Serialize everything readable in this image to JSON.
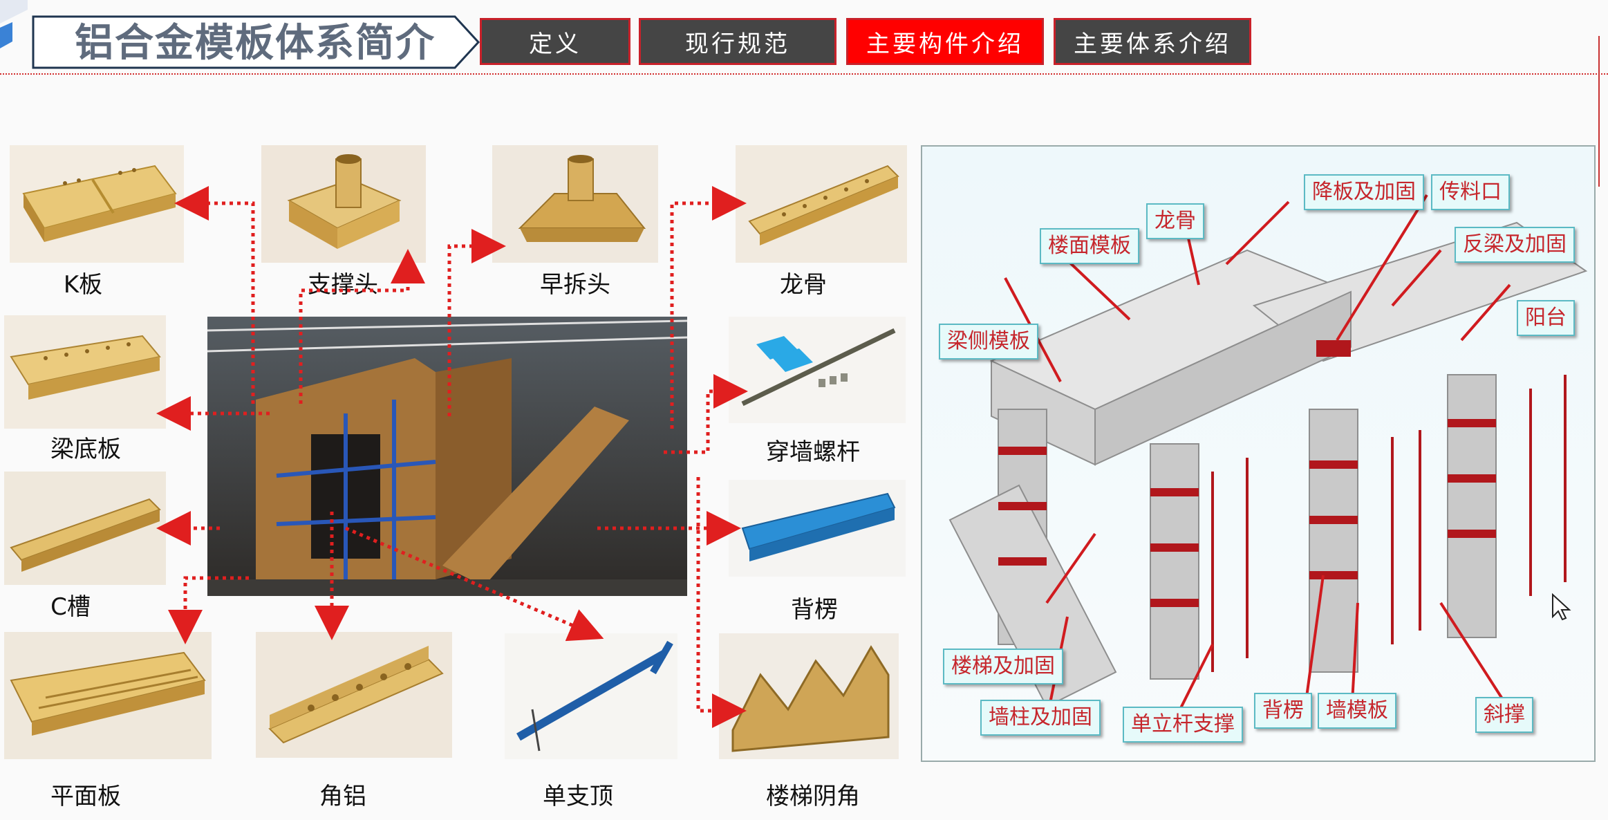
{
  "header": {
    "title": "铝合金模板体系简介",
    "tabs": [
      {
        "label": "定义",
        "active": false
      },
      {
        "label": "现行规范",
        "active": false
      },
      {
        "label": "主要构件介绍",
        "active": true
      },
      {
        "label": "主要体系介绍",
        "active": false
      }
    ]
  },
  "parts": [
    {
      "id": "k-board",
      "label": "K板"
    },
    {
      "id": "support-head",
      "label": "支撑头"
    },
    {
      "id": "early-strip-head",
      "label": "早拆头"
    },
    {
      "id": "keel",
      "label": "龙骨"
    },
    {
      "id": "beam-bottom-board",
      "label": "梁底板"
    },
    {
      "id": "wall-tie-bolt",
      "label": "穿墙螺杆"
    },
    {
      "id": "c-channel",
      "label": "C槽"
    },
    {
      "id": "back-brace",
      "label": "背楞"
    },
    {
      "id": "flat-panel",
      "label": "平面板"
    },
    {
      "id": "corner-aluminum",
      "label": "角铝"
    },
    {
      "id": "single-prop",
      "label": "单支顶"
    },
    {
      "id": "stair-inner-corner",
      "label": "楼梯阴角"
    }
  ],
  "diagram": {
    "labels": [
      {
        "id": "floor-formwork",
        "text": "楼面模板"
      },
      {
        "id": "keel",
        "text": "龙骨"
      },
      {
        "id": "drop-slab",
        "text": "降板及加固"
      },
      {
        "id": "material-port",
        "text": "传料口"
      },
      {
        "id": "upturned-beam",
        "text": "反梁及加固"
      },
      {
        "id": "balcony",
        "text": "阳台"
      },
      {
        "id": "beam-side-formwork",
        "text": "梁侧模板"
      },
      {
        "id": "stair-reinforce",
        "text": "楼梯及加固"
      },
      {
        "id": "wall-column",
        "text": "墙柱及加固"
      },
      {
        "id": "single-pole-support",
        "text": "单立杆支撑"
      },
      {
        "id": "back-brace",
        "text": "背楞"
      },
      {
        "id": "wall-formwork",
        "text": "墙模板"
      },
      {
        "id": "diagonal-brace",
        "text": "斜撑"
      }
    ]
  },
  "colors": {
    "accent_red": "#ff0000",
    "tab_dark": "#454545",
    "gold": "#d8b45c",
    "blue_part": "#2f9fe0",
    "label_bg": "#e6fafa",
    "label_text": "#c6262c"
  }
}
